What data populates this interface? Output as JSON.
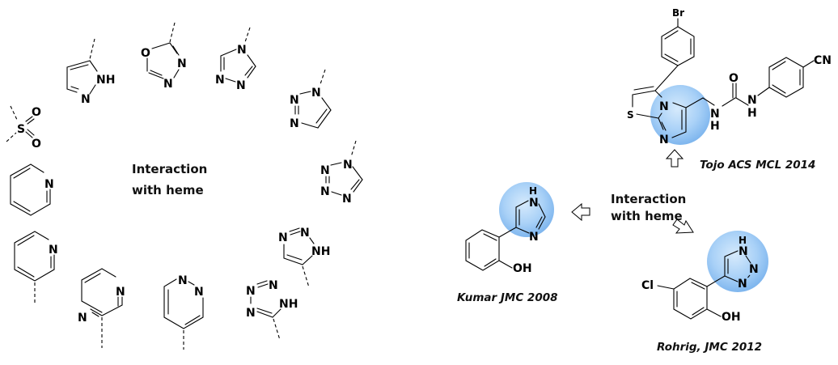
{
  "left_panel": {
    "center_label": [
      "Interaction",
      "with heme"
    ],
    "fragments": [
      {
        "name": "methylsulfonyl",
        "atoms": [
          "S",
          "O",
          "O"
        ]
      },
      {
        "name": "pyrazole",
        "atoms": [
          "NH",
          "N"
        ]
      },
      {
        "name": "1,3,4-oxadiazole",
        "atoms": [
          "O",
          "N",
          "N"
        ]
      },
      {
        "name": "4H-1,2,4-triazole",
        "atoms": [
          "N",
          "N",
          "N"
        ]
      },
      {
        "name": "1H-1,2,3-triazole",
        "atoms": [
          "N",
          "N",
          "N"
        ]
      },
      {
        "name": "1H-tetrazole",
        "atoms": [
          "N",
          "N",
          "N",
          "N"
        ]
      },
      {
        "name": "1H-1,2,3-triazol-5-yl",
        "atoms": [
          "N",
          "N",
          "NH"
        ]
      },
      {
        "name": "1H-tetrazol-5-yl",
        "atoms": [
          "N",
          "N",
          "N",
          "NH"
        ]
      },
      {
        "name": "pyridazin-4-yl",
        "atoms": [
          "N",
          "N"
        ]
      },
      {
        "name": "pyrazin-2-yl",
        "atoms": [
          "N",
          "N"
        ]
      },
      {
        "name": "pyridin-3-yl",
        "atoms": [
          "N"
        ]
      },
      {
        "name": "pyridine",
        "atoms": [
          "N"
        ]
      }
    ]
  },
  "right_panel": {
    "center_label": [
      "Interaction",
      "with heme"
    ],
    "compounds": [
      {
        "ref": "Tojo ACS MCL 2014",
        "atoms": {
          "br": "Br",
          "cn": "CN",
          "s": "S",
          "n1": "N",
          "n2": "N",
          "o": "O",
          "nh1": "N",
          "h1": "H",
          "nh2": "N",
          "h2": "H"
        }
      },
      {
        "ref": "Kumar JMC 2008",
        "atoms": {
          "h": "H",
          "n1": "N",
          "n2": "N",
          "oh": "OH"
        }
      },
      {
        "ref": "Rohrig, JMC 2012",
        "atoms": {
          "h": "H",
          "n1": "N",
          "n2": "N",
          "n3": "N",
          "cl": "Cl",
          "oh": "OH"
        }
      }
    ],
    "highlight_color": "#9cc9f5"
  }
}
